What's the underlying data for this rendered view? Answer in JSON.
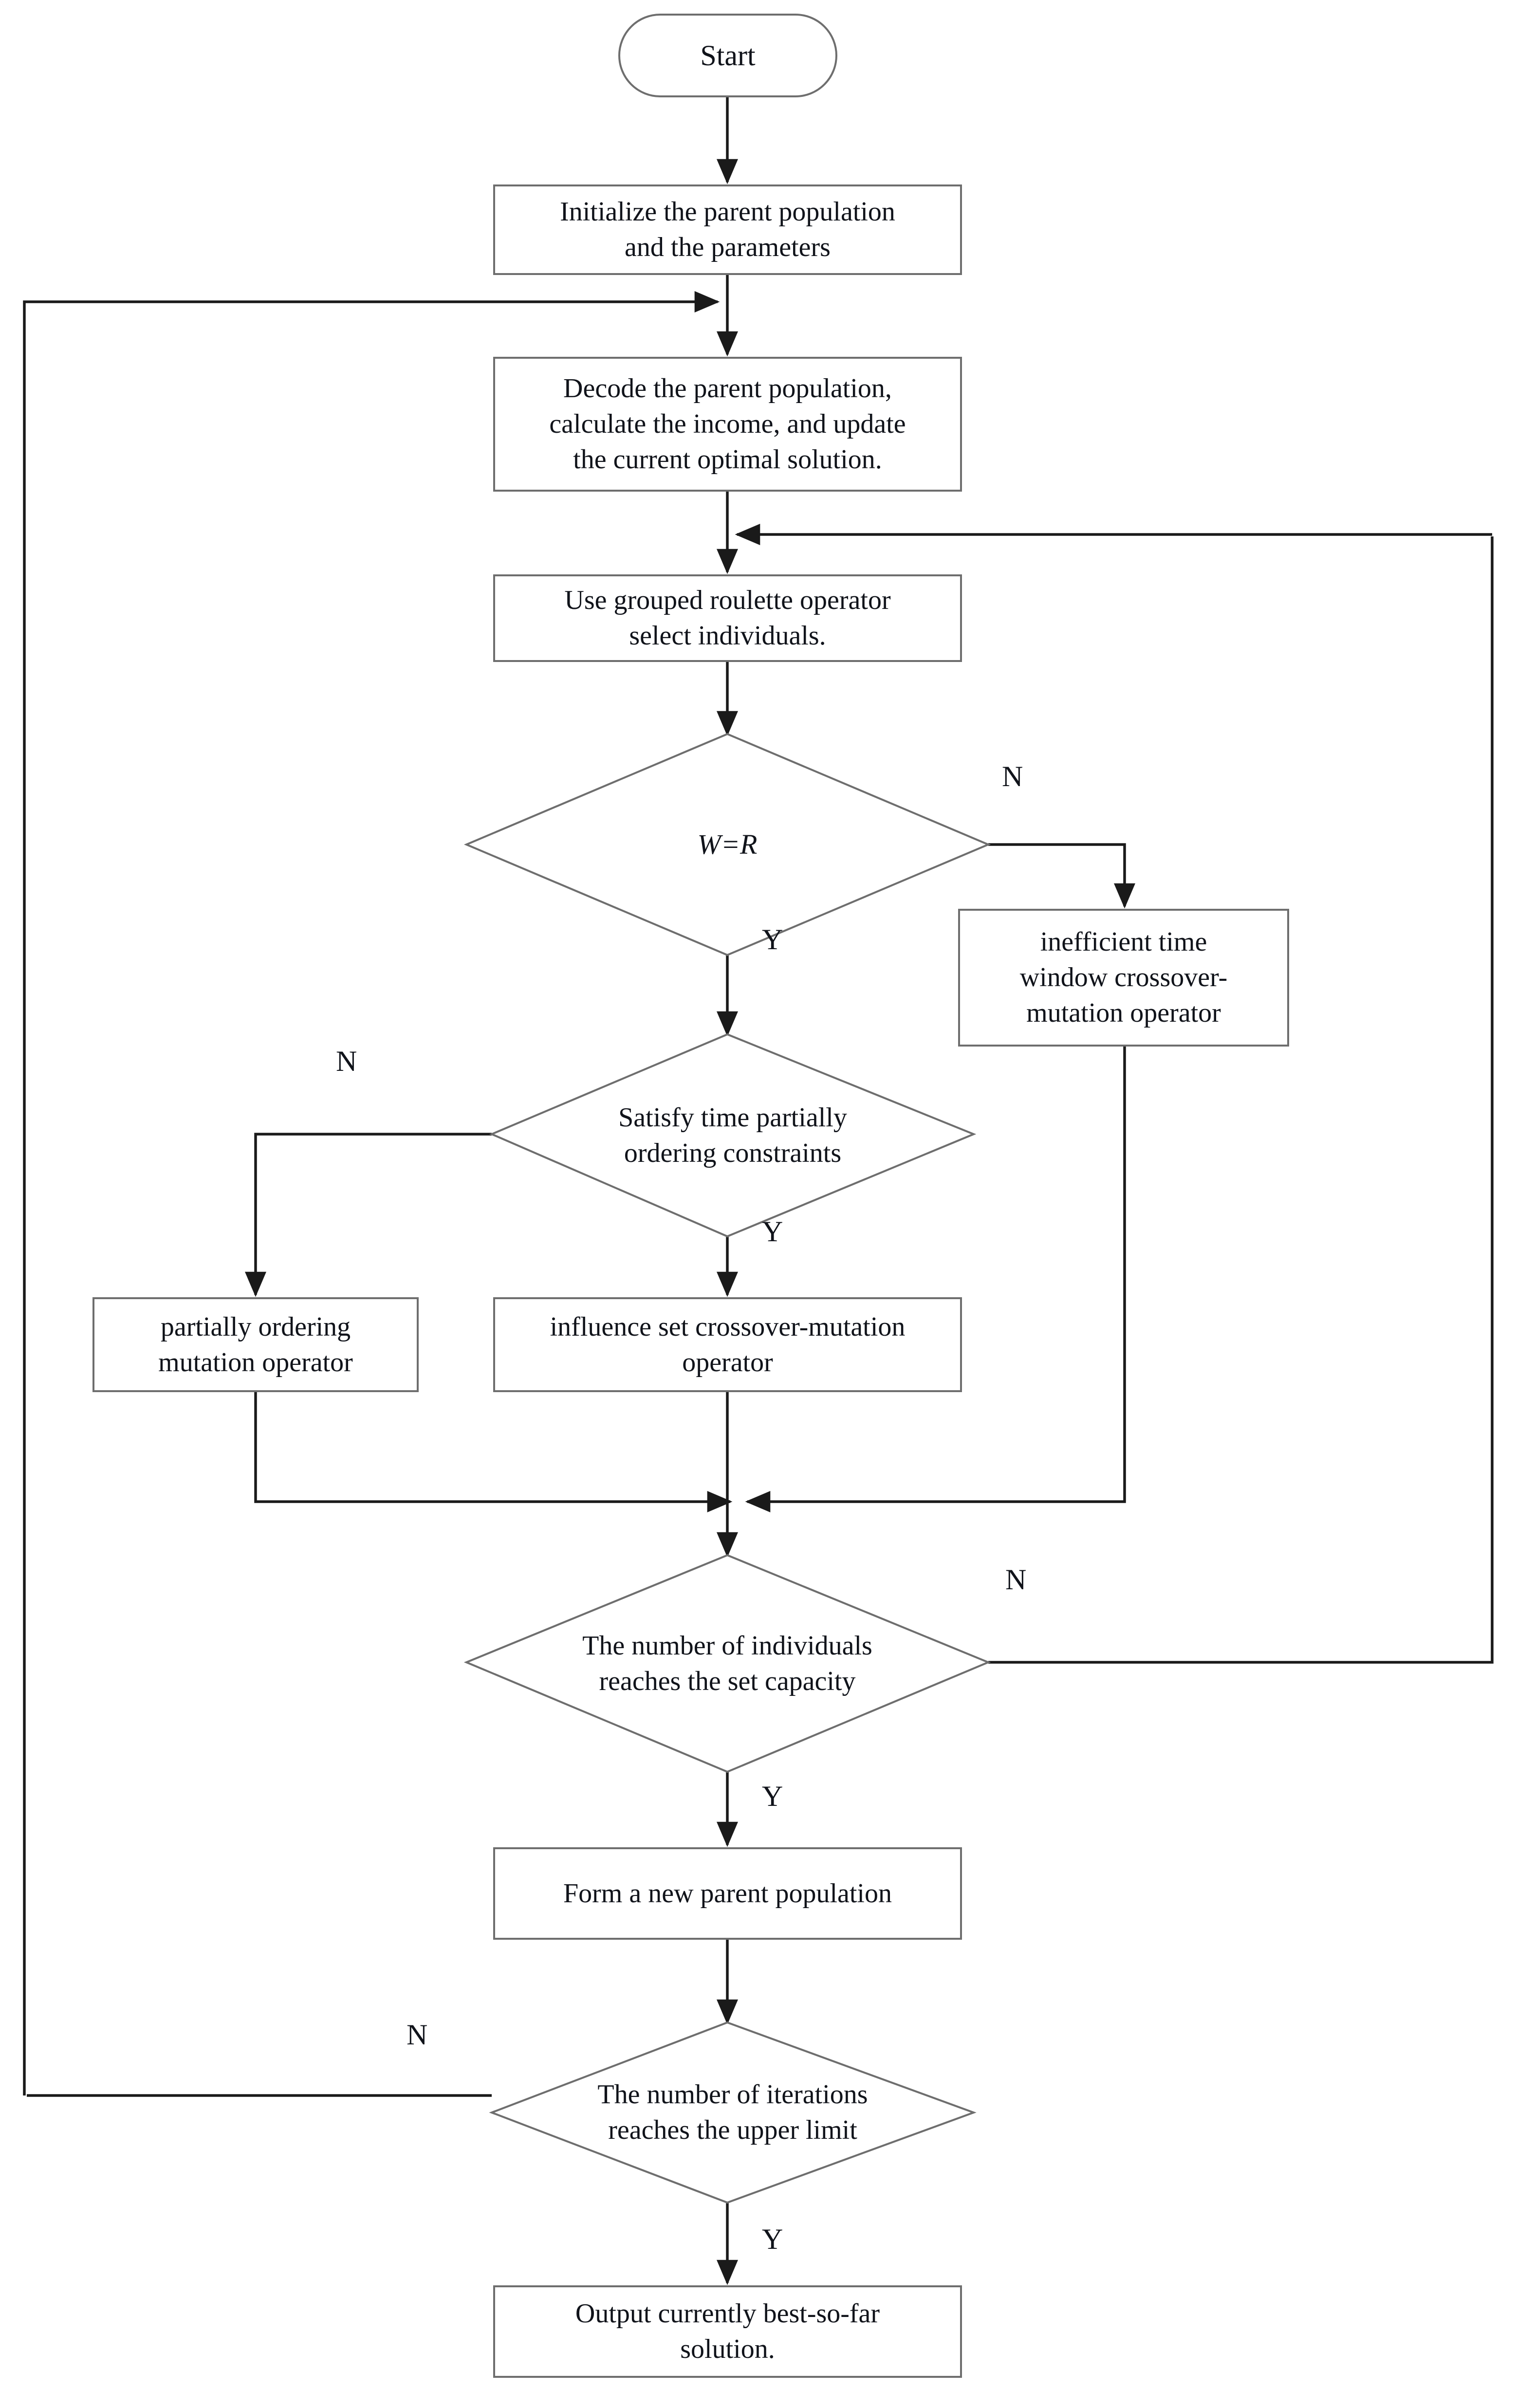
{
  "diagram": {
    "type": "flowchart",
    "title": "Genetic algorithm flowchart",
    "colors": {
      "node_border": "#6e6e6e",
      "node_fill": "#ffffff",
      "connector": "#1a1a1a",
      "text": "#10131a",
      "background": "#ffffff"
    }
  },
  "nodes": {
    "start": {
      "label": "Start",
      "shape": "terminator"
    },
    "initialize": {
      "label": "Initialize the parent population\nand the parameters",
      "shape": "process"
    },
    "decode": {
      "label": "Decode the parent population,\ncalculate the income, and update\nthe current optimal solution.",
      "shape": "process"
    },
    "roulette": {
      "label": "Use grouped roulette operator\nselect  individuals.",
      "shape": "process"
    },
    "wr_decision": {
      "label": "W=R",
      "shape": "decision",
      "italic": true
    },
    "inefficient_tw": {
      "label": "inefficient time\nwindow crossover-\nmutation operator",
      "shape": "process"
    },
    "satisfy_decision": {
      "label": "Satisfy time partially\nordering constraints",
      "shape": "decision"
    },
    "partial_order_mut": {
      "label": "partially ordering\nmutation operator",
      "shape": "process"
    },
    "influence_set": {
      "label": "influence set crossover-mutation\noperator",
      "shape": "process"
    },
    "capacity_decision": {
      "label": "The number of individuals\nreaches the set capacity",
      "shape": "decision"
    },
    "form_population": {
      "label": "Form a new parent population",
      "shape": "process"
    },
    "iterations_decision": {
      "label": "The number of iterations\nreaches the upper limit",
      "shape": "decision"
    },
    "output": {
      "label": "Output currently best-so-far\nsolution.",
      "shape": "process"
    }
  },
  "edge_labels": {
    "wr_no": "N",
    "wr_yes": "Y",
    "satisfy_no": "N",
    "satisfy_yes": "Y",
    "capacity_no": "N",
    "capacity_yes": "Y",
    "iterations_no": "N",
    "iterations_yes": "Y"
  },
  "flow": [
    {
      "from": "start",
      "to": "initialize",
      "label": ""
    },
    {
      "from": "initialize",
      "to": "decode",
      "label": ""
    },
    {
      "from": "decode",
      "to": "roulette",
      "label": ""
    },
    {
      "from": "roulette",
      "to": "wr_decision",
      "label": ""
    },
    {
      "from": "wr_decision",
      "to": "inefficient_tw",
      "label": "N"
    },
    {
      "from": "wr_decision",
      "to": "satisfy_decision",
      "label": "Y"
    },
    {
      "from": "satisfy_decision",
      "to": "partial_order_mut",
      "label": "N"
    },
    {
      "from": "satisfy_decision",
      "to": "influence_set",
      "label": "Y"
    },
    {
      "from": "partial_order_mut",
      "to": "capacity_decision",
      "label": ""
    },
    {
      "from": "influence_set",
      "to": "capacity_decision",
      "label": ""
    },
    {
      "from": "inefficient_tw",
      "to": "capacity_decision",
      "label": ""
    },
    {
      "from": "capacity_decision",
      "to": "roulette",
      "label": "N"
    },
    {
      "from": "capacity_decision",
      "to": "form_population",
      "label": "Y"
    },
    {
      "from": "form_population",
      "to": "iterations_decision",
      "label": ""
    },
    {
      "from": "iterations_decision",
      "to": "decode",
      "label": "N"
    },
    {
      "from": "iterations_decision",
      "to": "output",
      "label": "Y"
    }
  ]
}
